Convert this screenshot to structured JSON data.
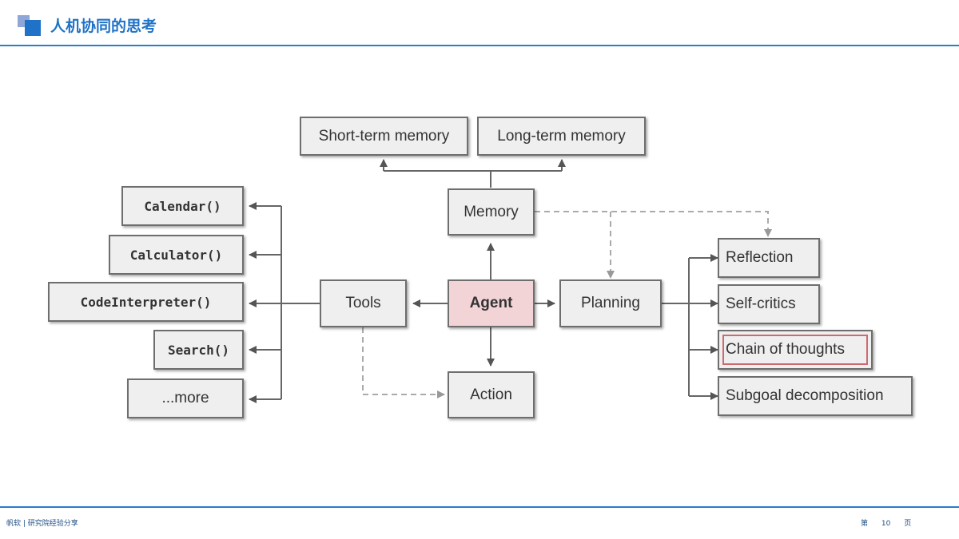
{
  "header": {
    "title": "人机协同的思考"
  },
  "footer": {
    "left": "帆软 | 研究院经验分享",
    "page_prefix": "第",
    "page_number": "10",
    "page_suffix": "页"
  },
  "diagram": {
    "nodes": {
      "short_term_memory": "Short-term memory",
      "long_term_memory": "Long-term memory",
      "memory": "Memory",
      "agent": "Agent",
      "tools": "Tools",
      "planning": "Planning",
      "action": "Action",
      "calendar": "Calendar()",
      "calculator": "Calculator()",
      "code_interpreter": "CodeInterpreter()",
      "search": "Search()",
      "more": "...more",
      "reflection": "Reflection",
      "self_critics": "Self-critics",
      "chain_of_thoughts": "Chain of thoughts",
      "subgoal_decomposition": "Subgoal decomposition"
    },
    "colors": {
      "agent_fill": "#f2d4d7",
      "node_fill": "#efefef",
      "line": "#6e6e6e",
      "dashed": "#aaaaaa",
      "highlight": "#cc6a70"
    }
  }
}
